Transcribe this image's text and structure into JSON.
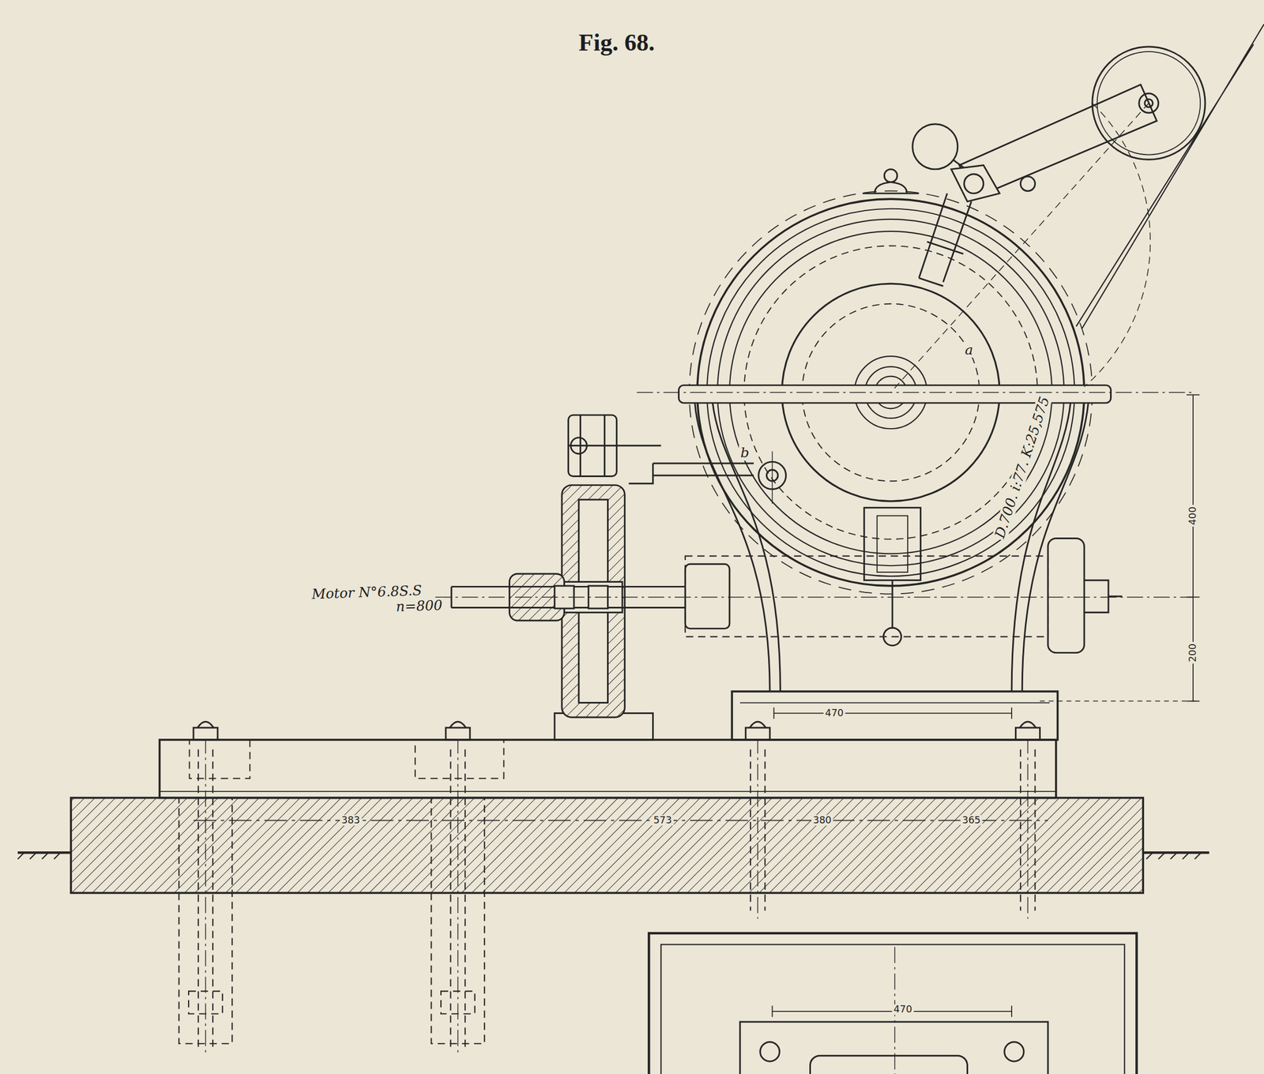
{
  "diagram": {
    "title": "Fig. 68.",
    "labels": [
      "Motor N°6.8S.S",
      "n=800",
      "a",
      "b",
      "D.700. i:77. K:25,575",
      "400",
      "200",
      "470",
      "383",
      "573",
      "380",
      "365",
      "470"
    ]
  }
}
